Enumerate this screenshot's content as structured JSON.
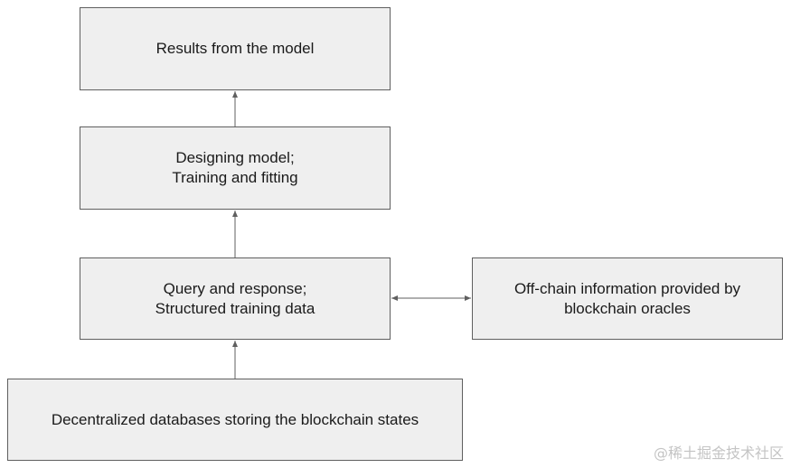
{
  "diagram": {
    "nodes": {
      "results": {
        "lines": [
          "Results from the model"
        ]
      },
      "design": {
        "lines": [
          "Designing model;",
          "Training and fitting"
        ]
      },
      "query": {
        "lines": [
          "Query and response;",
          "Structured training data"
        ]
      },
      "offchain": {
        "lines": [
          "Off-chain information provided by",
          "blockchain oracles"
        ]
      },
      "db": {
        "lines": [
          "Decentralized databases storing the blockchain states"
        ]
      }
    },
    "edges": [
      {
        "from": "db",
        "to": "query",
        "direction": "forward"
      },
      {
        "from": "query",
        "to": "design",
        "direction": "forward"
      },
      {
        "from": "design",
        "to": "results",
        "direction": "forward"
      },
      {
        "from": "query",
        "to": "offchain",
        "direction": "both"
      }
    ]
  },
  "watermark": "@稀土掘金技术社区",
  "colors": {
    "box_fill": "#efefef",
    "box_border": "#5f5f5f",
    "arrow": "#5f5f5f"
  }
}
